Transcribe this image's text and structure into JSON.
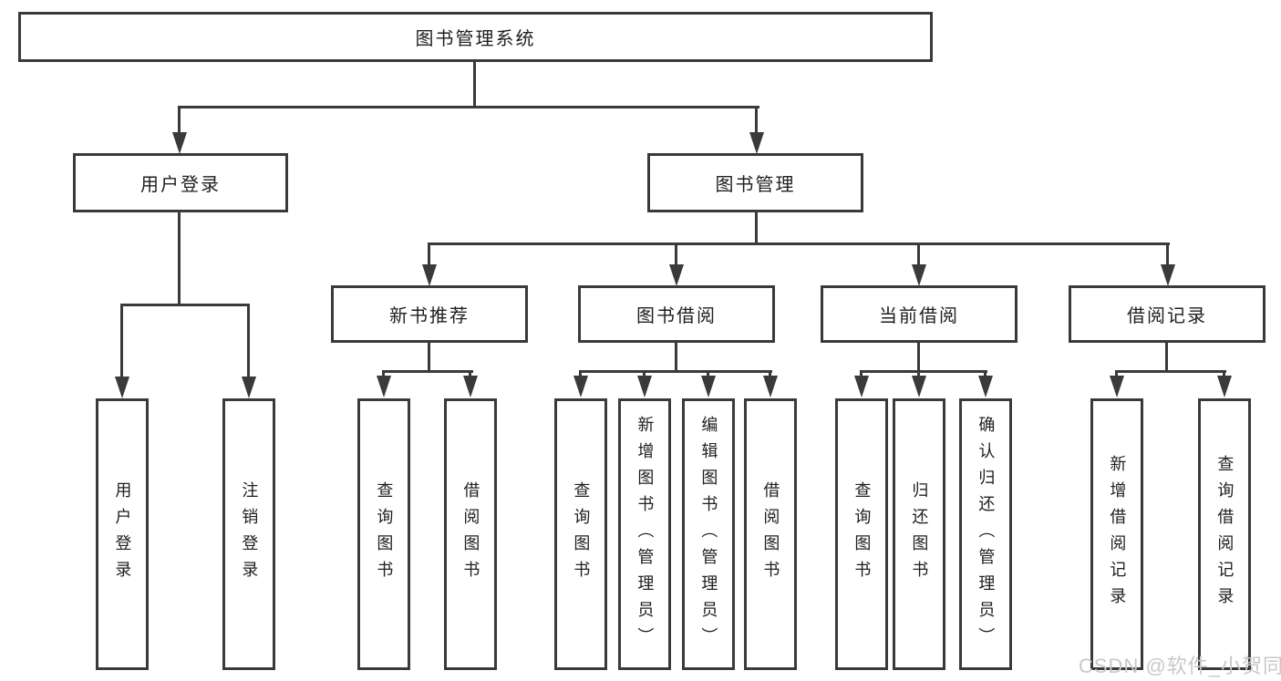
{
  "colors": {
    "line": "#3a3a3a",
    "text": "#1f1f1f",
    "box_fill": "#ffffff",
    "background": "#ffffff",
    "watermark": "#c8c8c8"
  },
  "watermark": {
    "text": "CSDN @软件_小贺同学"
  },
  "diagram": {
    "type": "tree",
    "tree": {
      "label": "图书管理系统",
      "children": [
        {
          "label": "用户登录",
          "children": [
            {
              "label": "用户登录"
            },
            {
              "label": "注销登录"
            }
          ]
        },
        {
          "label": "图书管理",
          "children": [
            {
              "label": "新书推荐",
              "children": [
                {
                  "label": "查询图书"
                },
                {
                  "label": "借阅图书"
                }
              ]
            },
            {
              "label": "图书借阅",
              "children": [
                {
                  "label": "查询图书"
                },
                {
                  "label": "新增图书（管理员）"
                },
                {
                  "label": "编辑图书（管理员）"
                },
                {
                  "label": "借阅图书"
                }
              ]
            },
            {
              "label": "当前借阅",
              "children": [
                {
                  "label": "查询图书"
                },
                {
                  "label": "归还图书"
                },
                {
                  "label": "确认归还（管理员）"
                }
              ]
            },
            {
              "label": "借阅记录",
              "children": [
                {
                  "label": "新增借阅记录"
                },
                {
                  "label": "查询借阅记录"
                }
              ]
            }
          ]
        }
      ]
    }
  }
}
